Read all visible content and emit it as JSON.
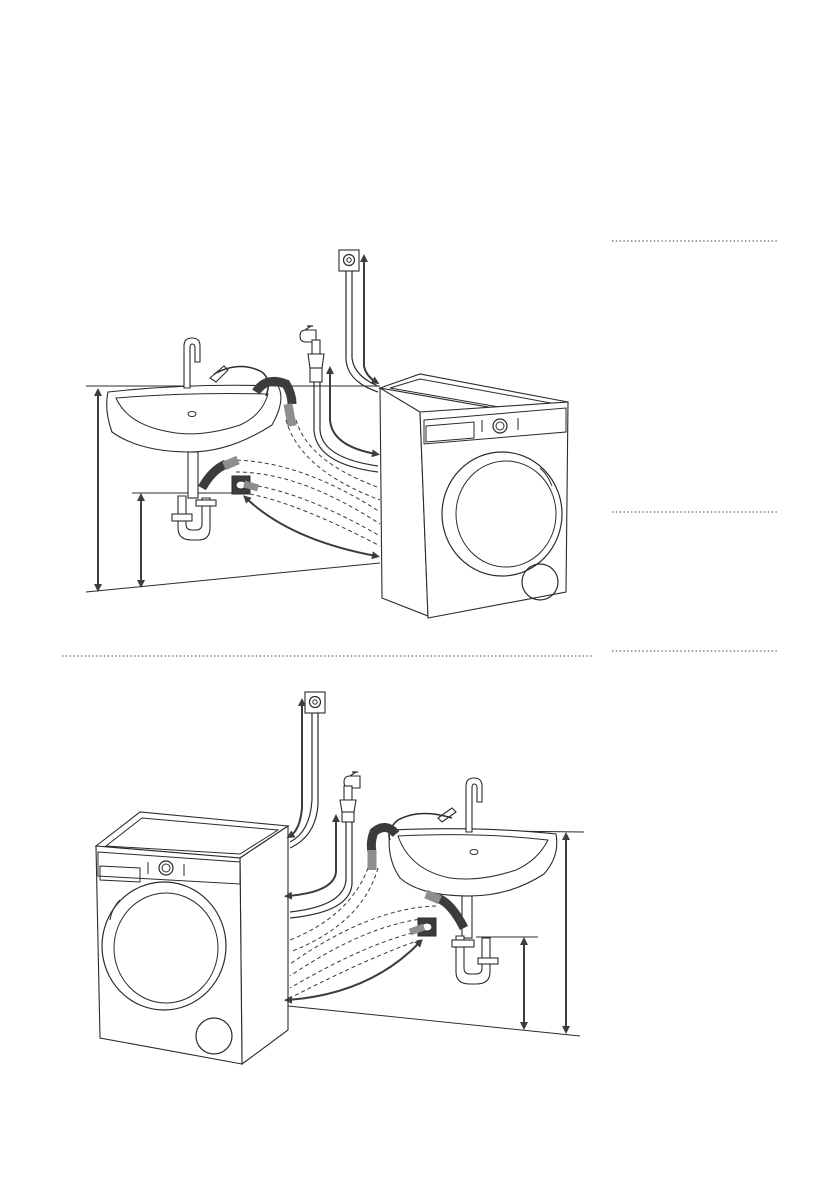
{
  "page": {
    "background": "#ffffff"
  },
  "colors": {
    "line": "#2b2b2b",
    "arrow": "#3d3d3d",
    "hose_dark": "#3c3c3c",
    "hose_grey": "#8e8e8e",
    "rule": "#7a7a7a"
  },
  "figures": [
    {
      "id": "top",
      "arrangement": "sink-left-washer-right",
      "icons": [
        "sink-icon",
        "faucet-icon",
        "water-tap-icon",
        "socket-icon",
        "drain-outlet-icon",
        "washing-machine-icon"
      ]
    },
    {
      "id": "bottom",
      "arrangement": "washer-left-sink-right",
      "icons": [
        "washing-machine-icon",
        "socket-icon",
        "water-tap-icon",
        "sink-icon",
        "faucet-icon",
        "drain-outlet-icon"
      ]
    }
  ]
}
